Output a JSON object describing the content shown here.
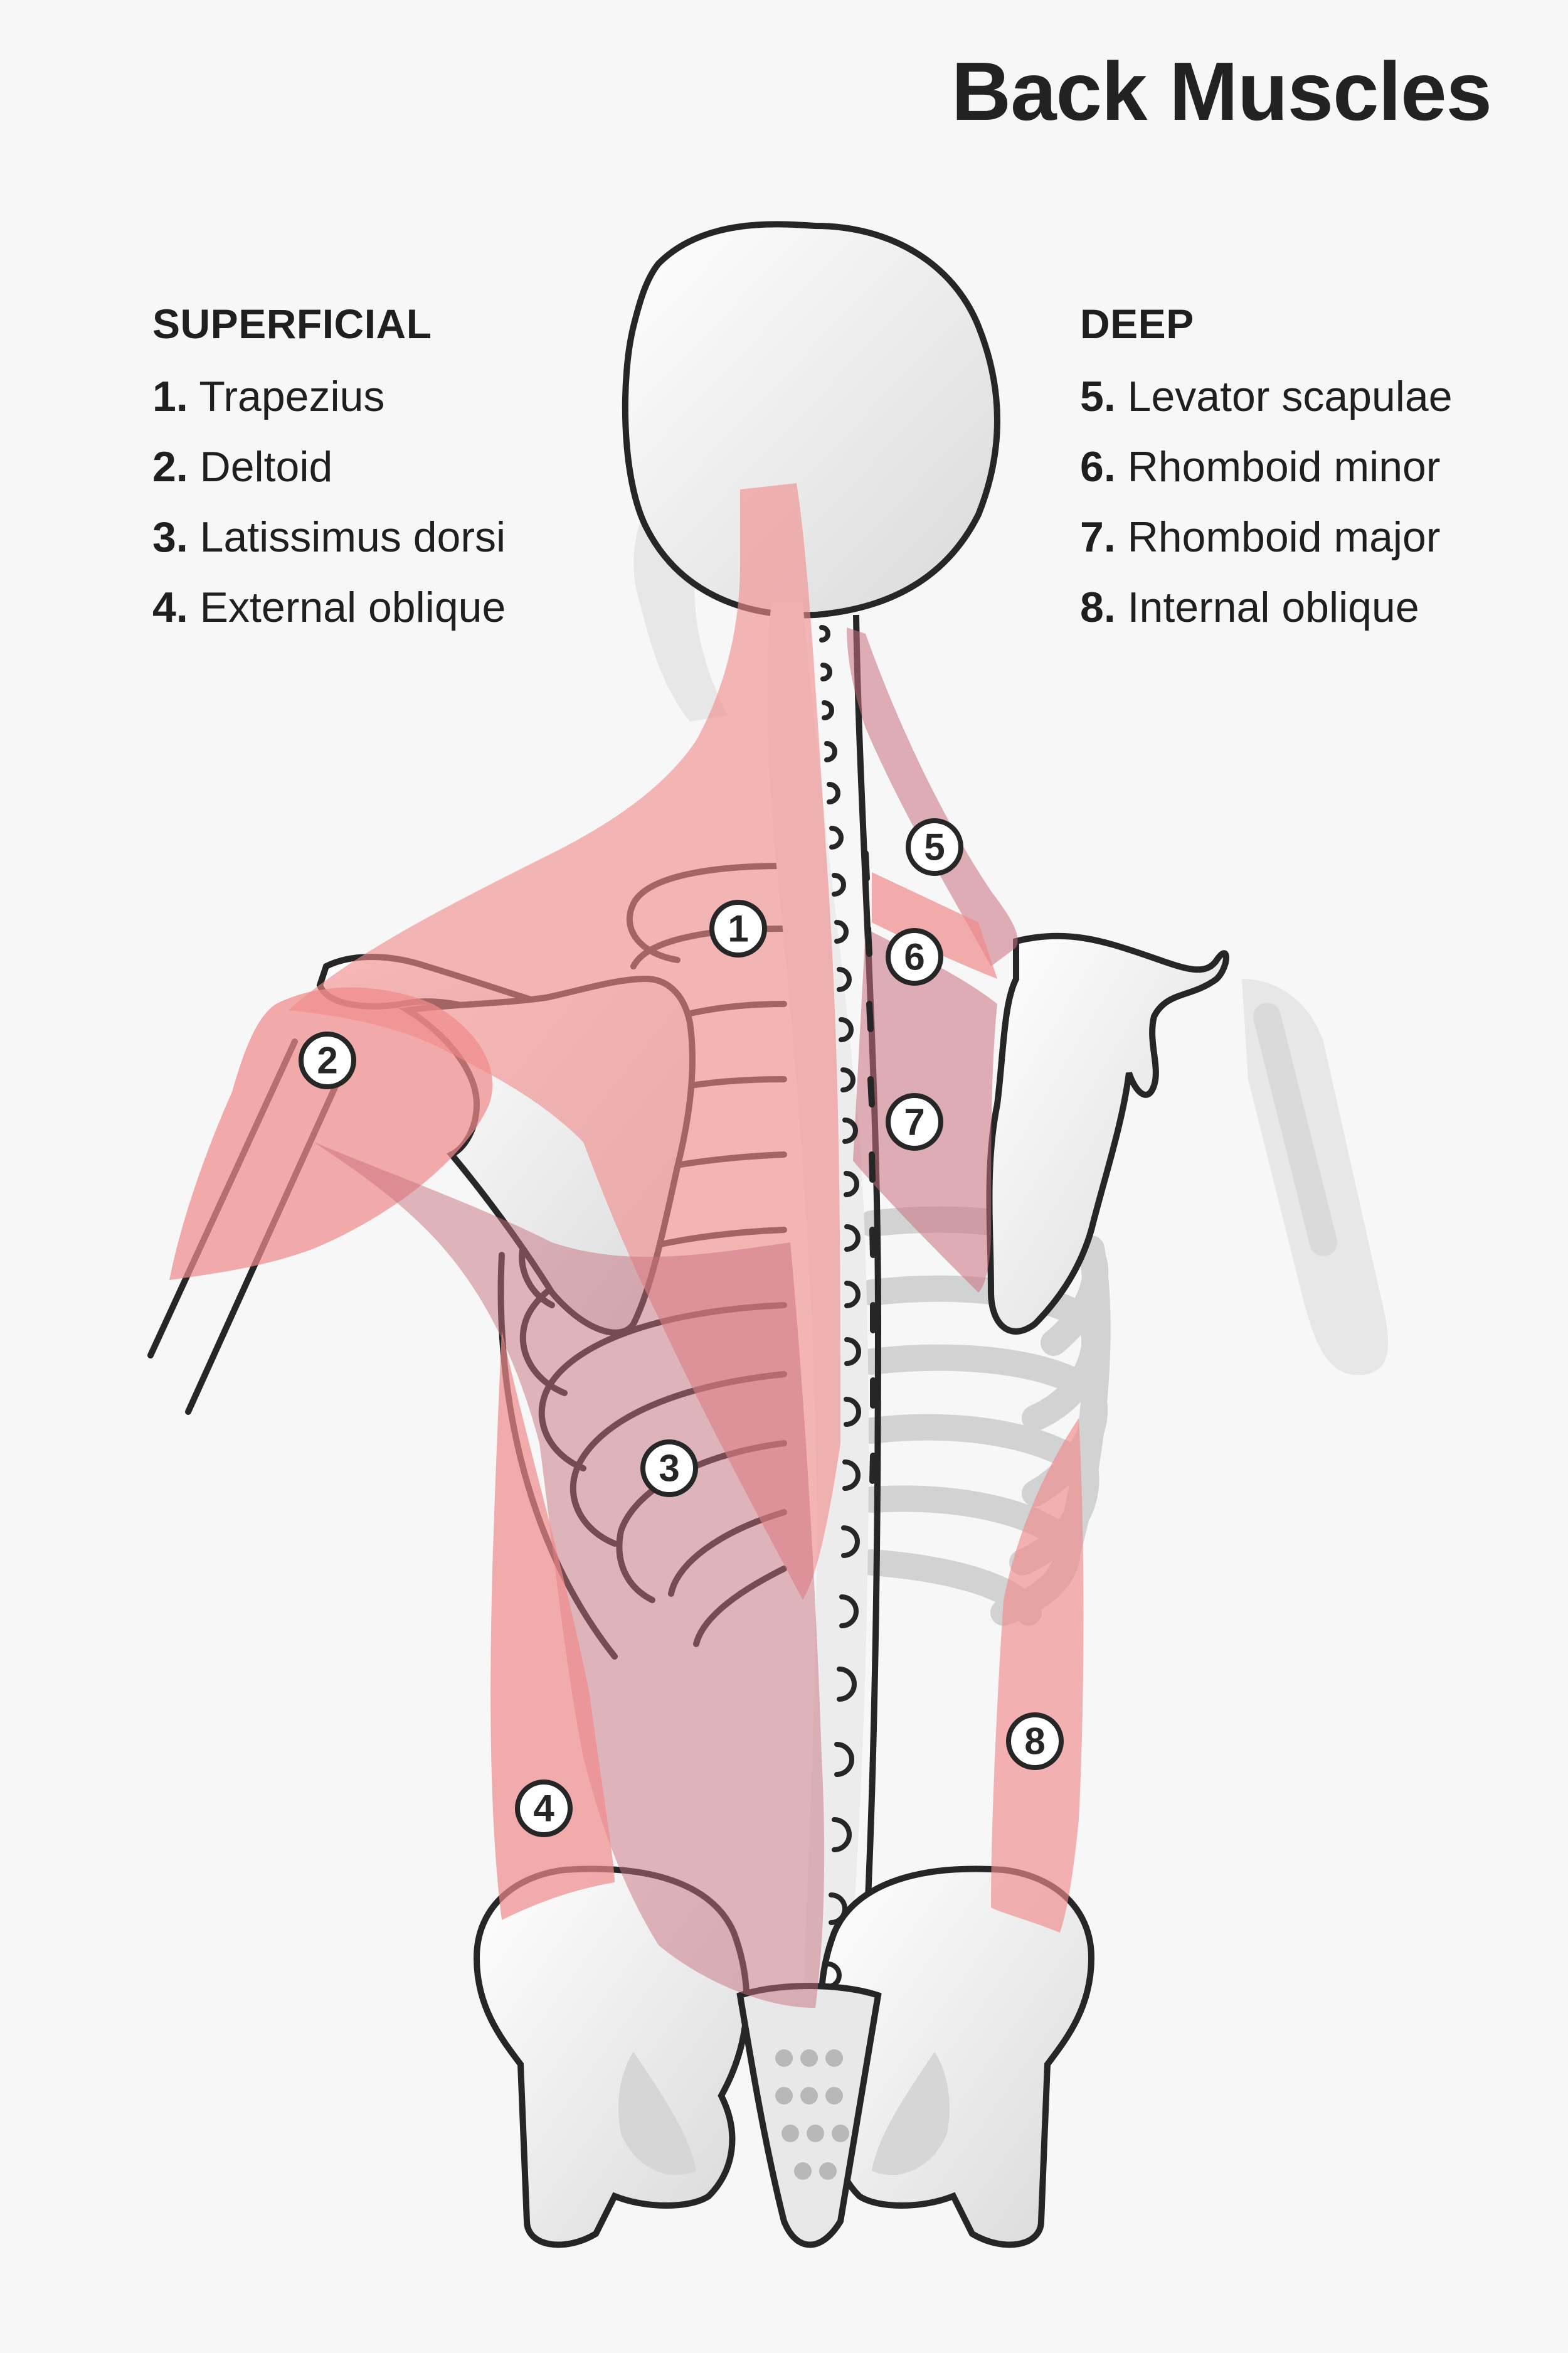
{
  "title": "Back Muscles",
  "superficial": {
    "heading": "SUPERFICIAL",
    "items": [
      {
        "num": "1.",
        "name": "Trapezius"
      },
      {
        "num": "2.",
        "name": "Deltoid"
      },
      {
        "num": "3.",
        "name": "Latissimus dorsi"
      },
      {
        "num": "4.",
        "name": "External oblique"
      }
    ]
  },
  "deep": {
    "heading": "DEEP",
    "items": [
      {
        "num": "5.",
        "name": "Levator scapulae"
      },
      {
        "num": "6.",
        "name": "Rhomboid minor"
      },
      {
        "num": "7.",
        "name": "Rhomboid major"
      },
      {
        "num": "8.",
        "name": "Internal oblique"
      }
    ]
  },
  "badges": [
    "1",
    "2",
    "3",
    "4",
    "5",
    "6",
    "7",
    "8"
  ],
  "colors": {
    "muscle": "#f08a8a",
    "muscle_deep": "#c86a7e",
    "bone_fill": "#f4f4f4",
    "bone_shade": "#d6d6d6",
    "outline": "#262626"
  }
}
